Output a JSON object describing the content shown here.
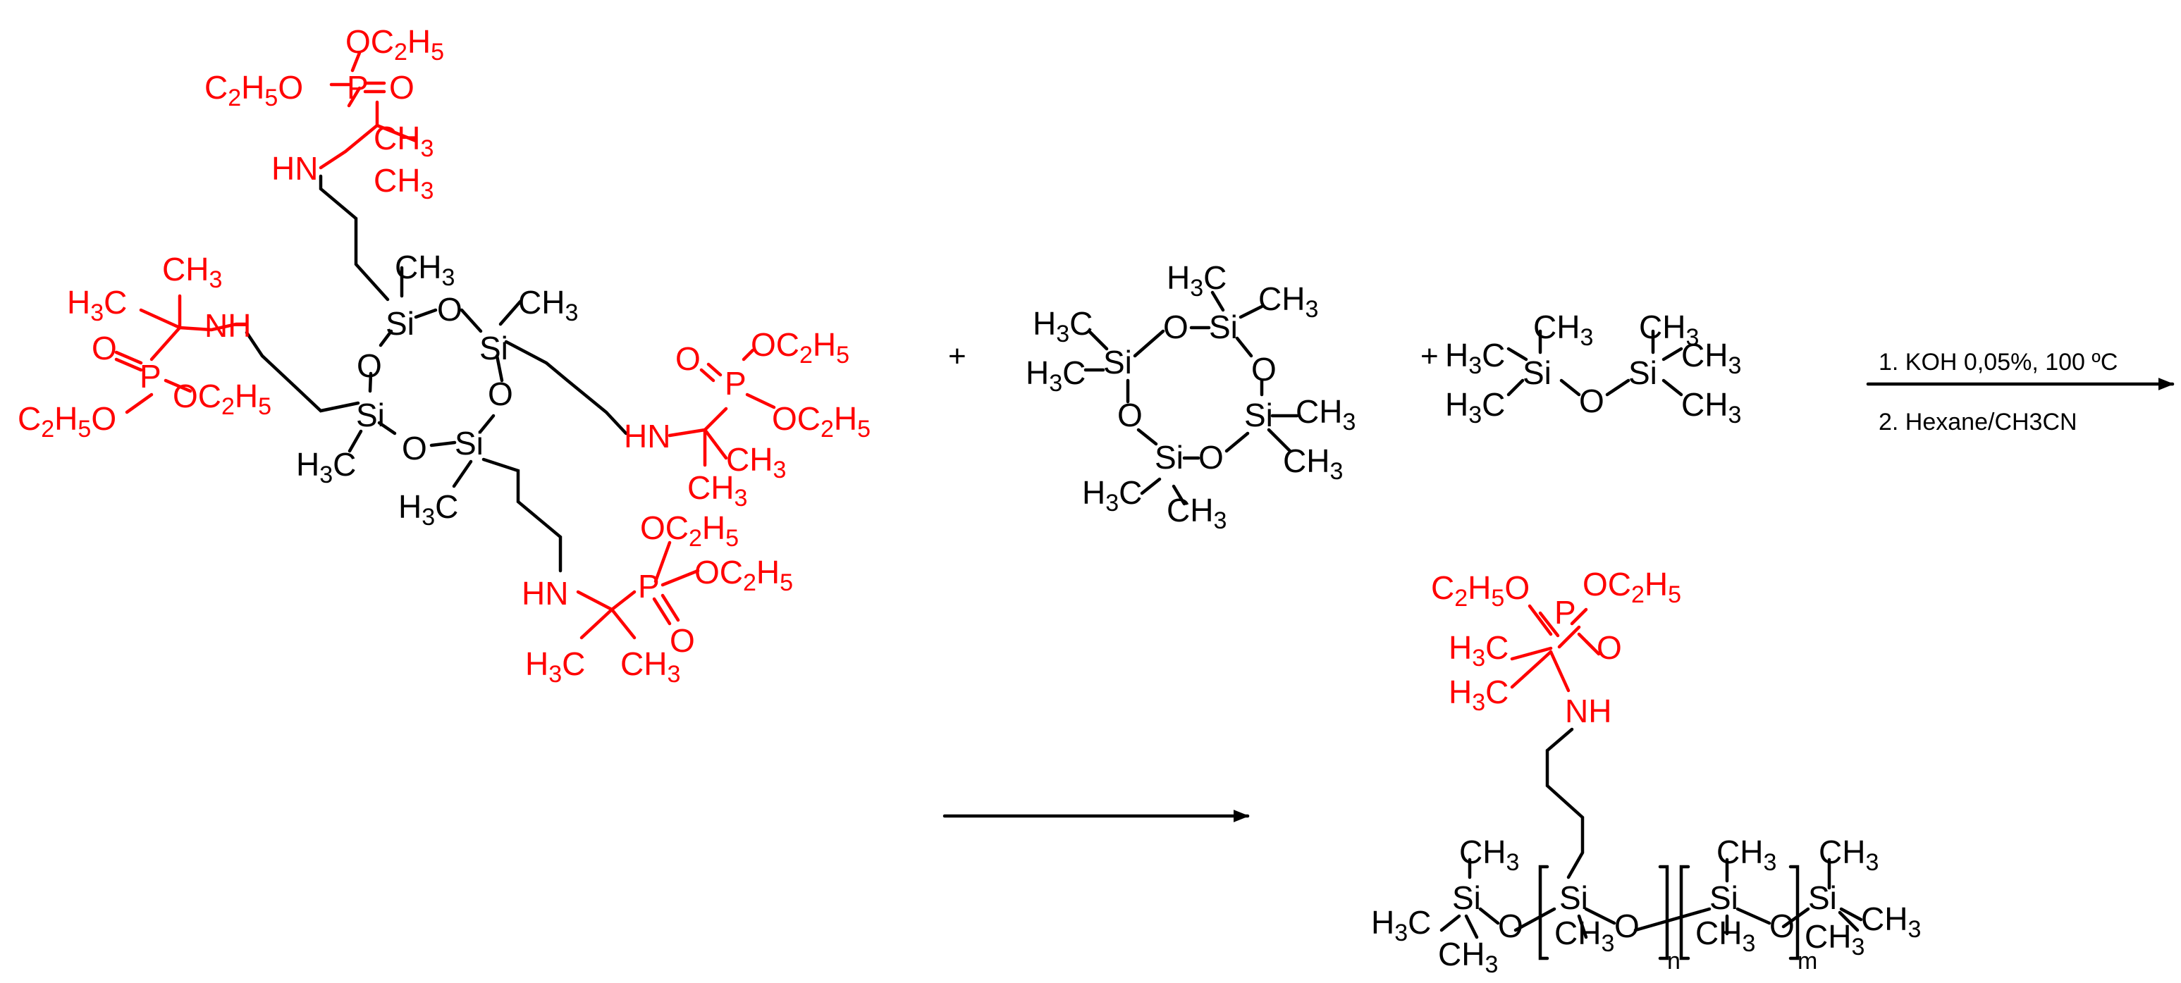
{
  "reaction": {
    "plus_sign": "+",
    "conditions": {
      "step1": "1. KOH 0,05%, 100 ºC",
      "step2": "2. Hexane/CH3CN"
    }
  },
  "labels": {
    "Si": "Si",
    "O": "O",
    "P": "P",
    "NH": "NH",
    "HN": "HN",
    "CH3": "CH3",
    "H3C": "H3C",
    "OC2H5": "OC2H5",
    "C2H5O": "C2H5O",
    "n": "n",
    "m": "m"
  },
  "colors": {
    "siloxane": "#000000",
    "phosphonate": "#ff0000",
    "background": "#ffffff"
  }
}
